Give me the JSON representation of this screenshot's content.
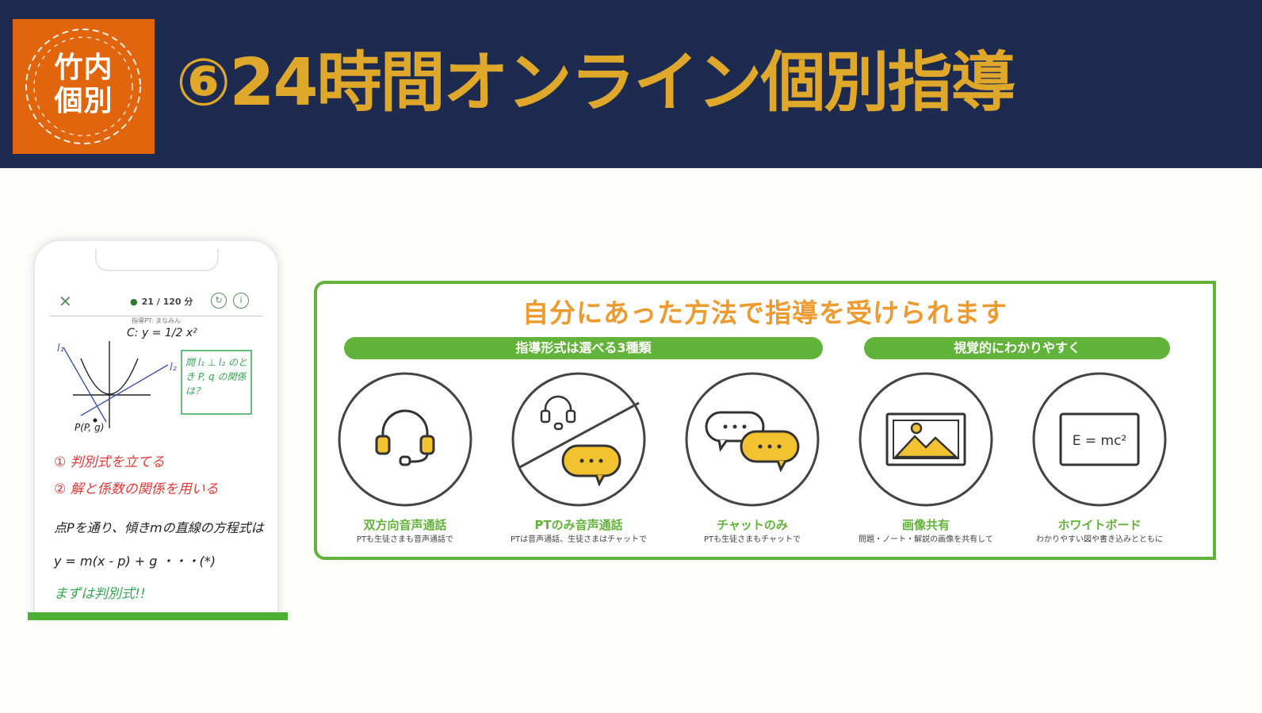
{
  "header": {
    "logo_text": "竹内個別",
    "title": "⑥24時間オンライン個別指導"
  },
  "phone": {
    "timer": "21 / 120 分",
    "subtitle": "指導PT: まなみん",
    "note_lines": {
      "eq_label": "C: y = 1/2 x²",
      "l1": "l₁",
      "l2": "l₂",
      "question": "問 l₁ ⊥ l₂ のとき P, q の関係は？",
      "point": "P(P, g)",
      "step1": "① 判別式を立てる",
      "step2": "② 解と係数の関係を用いる",
      "line1": "点Pを通り、傾きmの直線の方程式は",
      "line2": "y = m(x - p) + g ・・・(*)",
      "line3": "まずは判別式!!"
    }
  },
  "panel": {
    "title": "自分にあった方法で指導を受けられます",
    "pill_left": "指導形式は選べる3種類",
    "pill_right": "視覚的にわかりやすく",
    "items": [
      {
        "label": "双方向音声通話",
        "desc": "PTも生徒さまも音声通話で",
        "icon": "headset-icon"
      },
      {
        "label": "PTのみ音声通話",
        "desc": "PTは音声通話、生徒さまはチャットで",
        "icon": "headset-chat-split-icon"
      },
      {
        "label": "チャットのみ",
        "desc": "PTも生徒さまもチャットで",
        "icon": "chat-bubbles-icon"
      },
      {
        "label": "画像共有",
        "desc": "問題・ノート・解説の画像を共有して",
        "icon": "image-icon"
      },
      {
        "label": "ホワイトボード",
        "desc": "わかりやすい図や書き込みとともに",
        "icon": "whiteboard-icon",
        "board_text": "E = mc²"
      }
    ]
  },
  "colors": {
    "header_bg": "#1c2b4f",
    "title_gold": "#e0a82b",
    "logo_orange": "#e0650c",
    "accent_green": "#62b33a",
    "panel_orange": "#ee9a2f",
    "icon_yellow": "#f2c230"
  }
}
